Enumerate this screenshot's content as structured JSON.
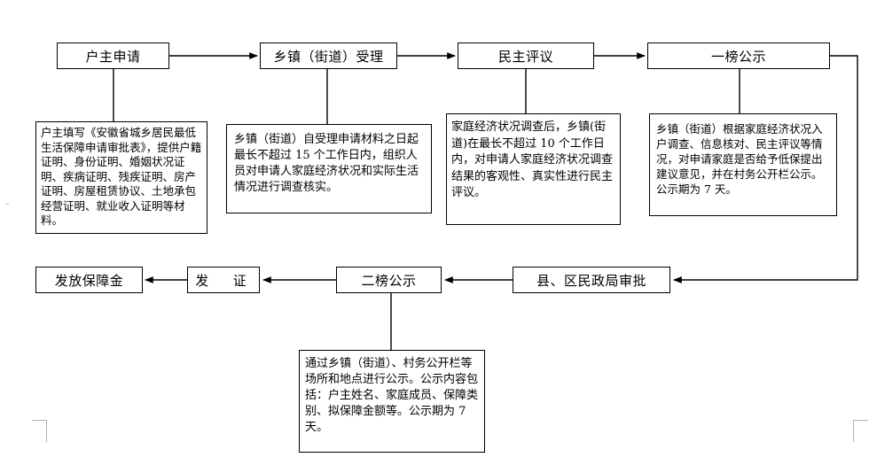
{
  "steps": {
    "apply": "户主申请",
    "accept": "乡镇（街道）受理",
    "review": "民主评议",
    "first_notice": "一榜公示",
    "approve": "县、区民政局审批",
    "second_notice": "二榜公示",
    "certificate": "发  证",
    "payout": "发放保障金"
  },
  "notes": {
    "apply": "户主填写《安徽省城乡居民最低生活保障申请审批表》，提供户籍证明、身份证明、婚姻状况证明、疾病证明、残疾证明、房产证明、房屋租赁协议、土地承包经营证明、就业收入证明等材料。",
    "accept": "乡镇（街道）自受理申请材料之日起最长不超过 15 个工作日内，组织人员对申请人家庭经济状况和实际生活情况进行调查核实。",
    "review": "家庭经济状况调查后，乡镇(街道)在最长不超过 10 个工作日内，对申请人家庭经济状况调查结果的客观性、真实性进行民主评议。",
    "first_notice": "乡镇（街道）根据家庭经济状况入户调查、信息核对、民主评议等情况，对申请家庭是否给予低保提出建议意见，并在村务公开栏公示。公示期为 7 天。",
    "second_notice": "通过乡镇（街道）、村务公开栏等场所和地点进行公示。公示内容包括：户主姓名、家庭成员、保障类别、拟保障金额等。公示期为 7 天。"
  }
}
